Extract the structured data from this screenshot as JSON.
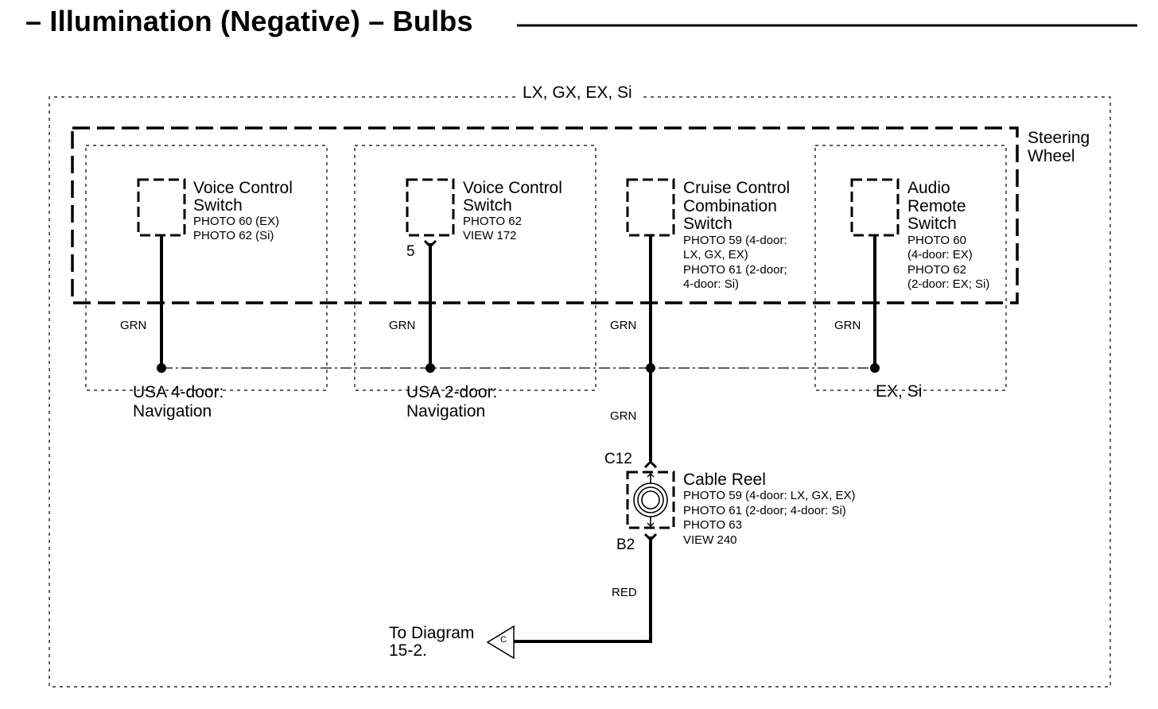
{
  "title": "– Illumination (Negative) – Bulbs",
  "zones": {
    "outer": "LX, GX, EX, Si",
    "steering": [
      "Steering",
      "Wheel"
    ],
    "nav4": [
      "USA 4-door:",
      "Navigation"
    ],
    "nav2": [
      "USA 2-door:",
      "Navigation"
    ],
    "exsi": "EX, Si"
  },
  "components": {
    "voice4": {
      "name": [
        "Voice Control",
        "Switch"
      ],
      "refs": [
        "PHOTO 60 (EX)",
        "PHOTO 62 (Si)"
      ]
    },
    "voice2": {
      "name": [
        "Voice Control",
        "Switch"
      ],
      "refs": [
        "PHOTO 62",
        "VIEW 172"
      ],
      "pin": "5"
    },
    "cruise": {
      "name": [
        "Cruise Control",
        "Combination",
        "Switch"
      ],
      "refs": [
        "PHOTO 59 (4-door:",
        "LX, GX, EX)",
        "PHOTO 61 (2-door;",
        "4-door: Si)"
      ]
    },
    "audio": {
      "name": [
        "Audio",
        "Remote",
        "Switch"
      ],
      "refs": [
        "PHOTO 60",
        "(4-door: EX)",
        "PHOTO 62",
        "(2-door: EX; Si)"
      ]
    },
    "reel": {
      "name": "Cable Reel",
      "refs": [
        "PHOTO 59 (4-door: LX, GX, EX)",
        "PHOTO 61 (2-door; 4-door: Si)",
        "PHOTO 63",
        "VIEW 240"
      ],
      "pin_top": "C12",
      "pin_bottom": "B2"
    }
  },
  "wires": {
    "w1": "GRN",
    "w2": "GRN",
    "w3": "GRN",
    "w4": "GRN",
    "w5": "GRN",
    "w6": "RED"
  },
  "connector": {
    "letter": "C",
    "label": [
      "To Diagram",
      "15-2."
    ]
  }
}
